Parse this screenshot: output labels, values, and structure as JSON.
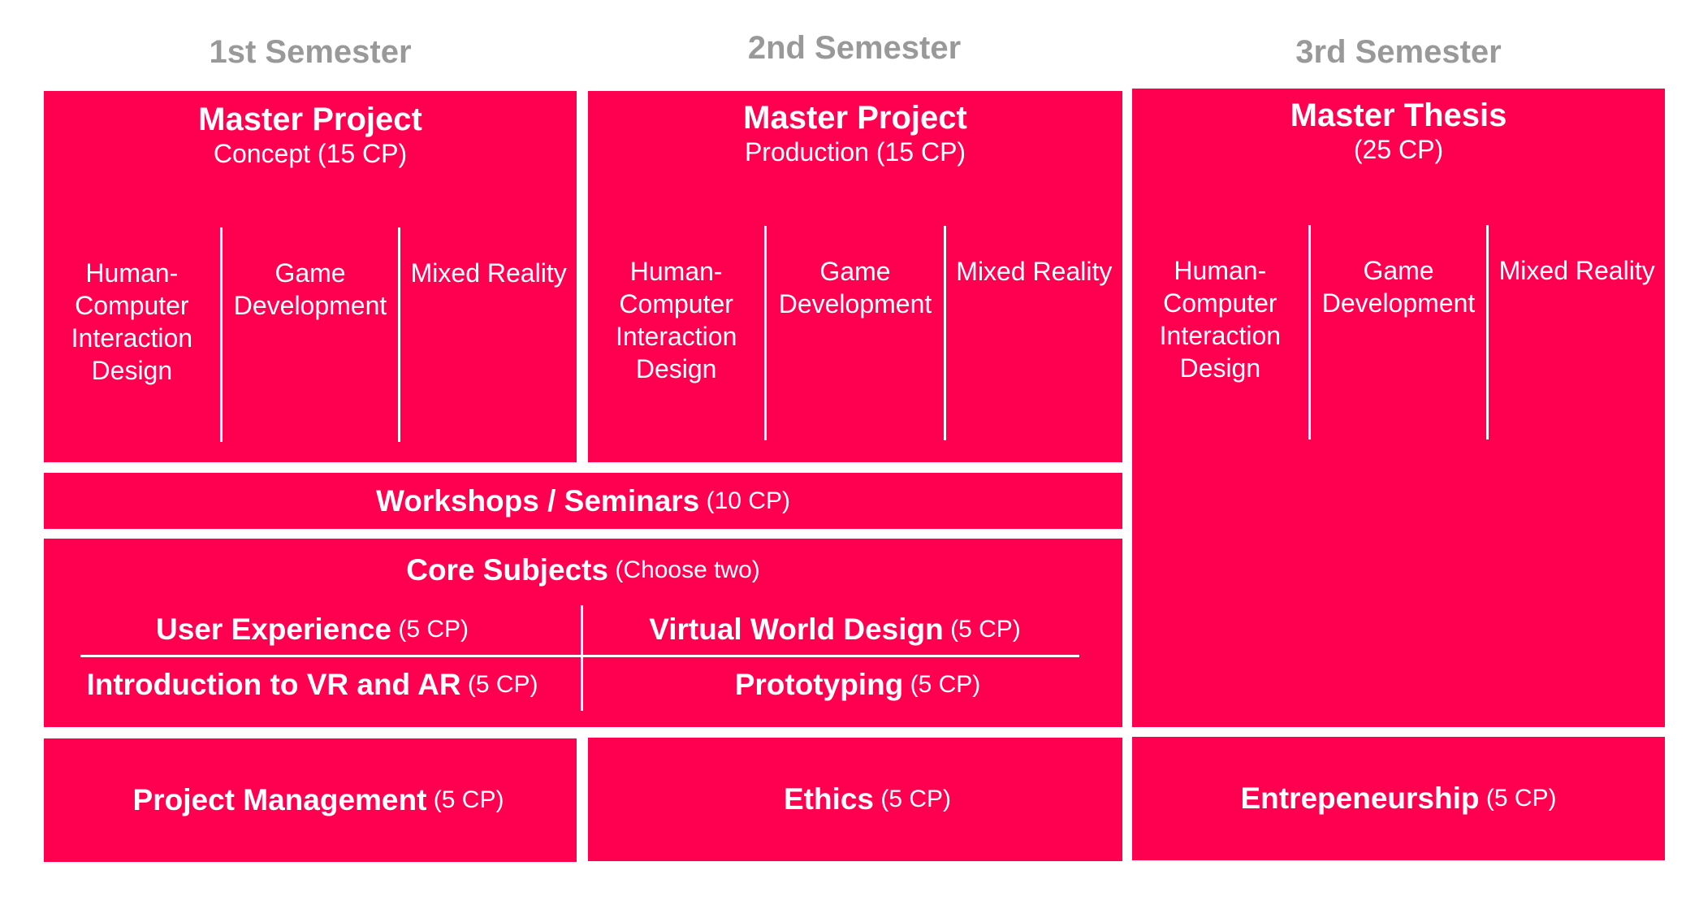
{
  "accent_color": "#FF0050",
  "semesters": [
    {
      "label": "1st Semester"
    },
    {
      "label": "2nd Semester"
    },
    {
      "label": "3rd Semester"
    }
  ],
  "master_project_1": {
    "title": "Master Project",
    "subtitle": "Concept (15 CP)",
    "tracks": [
      "Human-Computer Interaction Design",
      "Game Development",
      "Mixed Reality"
    ]
  },
  "master_project_2": {
    "title": "Master Project",
    "subtitle": "Production (15 CP)",
    "tracks": [
      "Human-Computer Interaction Design",
      "Game Development",
      "Mixed Reality"
    ]
  },
  "master_thesis": {
    "title": "Master Thesis",
    "subtitle": "(25 CP)",
    "tracks": [
      "Human-Computer Interaction Design",
      "Game Development",
      "Mixed Reality"
    ]
  },
  "workshops": {
    "name": "Workshops / Seminars",
    "cp": "(10 CP)"
  },
  "core": {
    "name": "Core Subjects",
    "note": "(Choose two)",
    "subjects": [
      {
        "name": "User Experience",
        "cp": "(5 CP)"
      },
      {
        "name": "Virtual World Design",
        "cp": "(5 CP)"
      },
      {
        "name": "Introduction to VR and AR",
        "cp": "(5 CP)"
      },
      {
        "name": "Prototyping",
        "cp": "(5 CP)"
      }
    ]
  },
  "bottom": [
    {
      "name": "Project Management",
      "cp": "(5 CP)"
    },
    {
      "name": "Ethics",
      "cp": "(5 CP)"
    },
    {
      "name": "Entrepeneurship",
      "cp": "(5 CP)"
    }
  ]
}
